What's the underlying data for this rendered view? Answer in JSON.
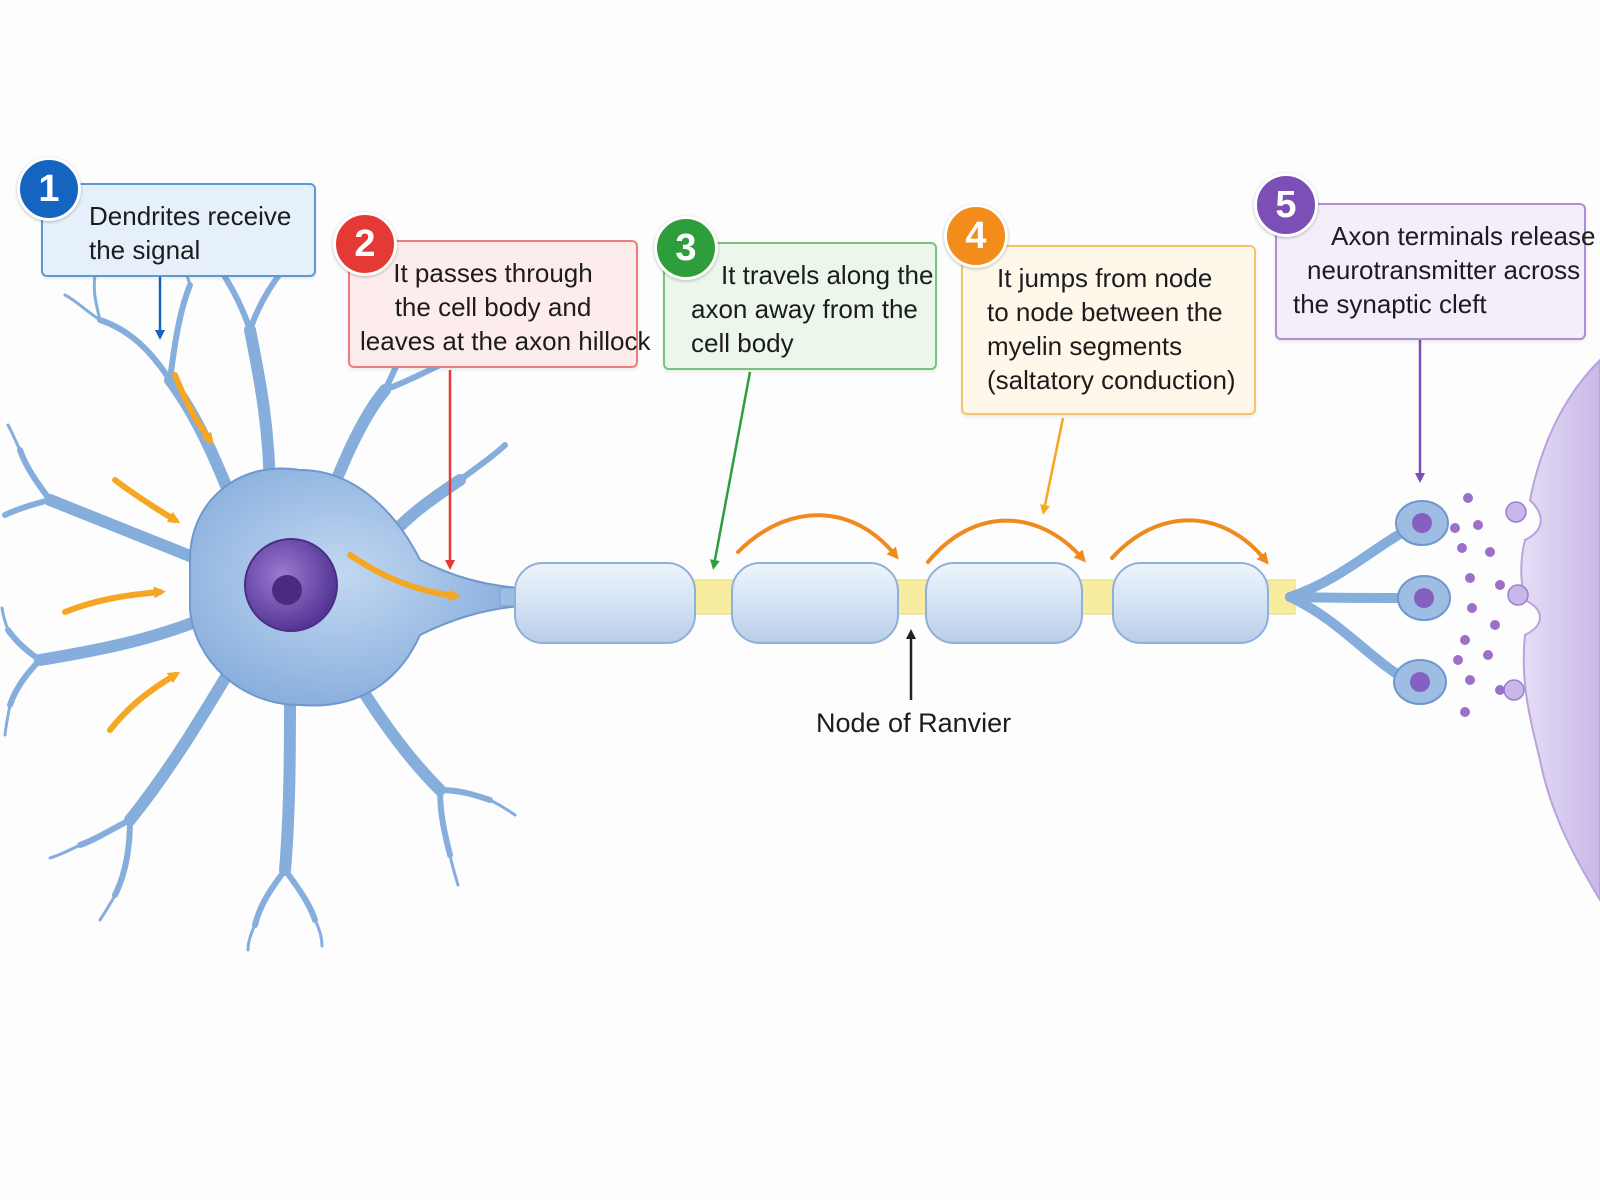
{
  "steps": [
    {
      "number": "1",
      "color": "#1565c0",
      "fill": "#e6f0fb",
      "border": "#5b9ad8",
      "lines": [
        "Dendrites receive",
        "the signal"
      ]
    },
    {
      "number": "2",
      "color": "#e53935",
      "fill": "#fdecec",
      "border": "#ef7c7c",
      "lines": [
        "It passes through",
        "the cell body and",
        "leaves at the axon hillock"
      ]
    },
    {
      "number": "3",
      "color": "#2e9e3c",
      "fill": "#ecf7ec",
      "border": "#79c381",
      "lines": [
        "It travels along the",
        "axon away from the",
        "cell body"
      ]
    },
    {
      "number": "4",
      "color": "#f28c1a",
      "fill": "#fff8ea",
      "border": "#f5c46a",
      "lines": [
        "It jumps from node",
        "to node between the",
        "myelin segments",
        "(saltatory conduction)"
      ]
    },
    {
      "number": "5",
      "color": "#7b4fb5",
      "fill": "#f3eefa",
      "border": "#ad8fd6",
      "lines": [
        "Axon terminals release",
        "neurotransmitter across",
        "the synaptic cleft"
      ]
    }
  ],
  "node_label": "Node of Ranvier",
  "colors": {
    "neuron_fill": "#8db3e0",
    "neuron_stroke": "#5f8fc9",
    "nucleus": "#6a4aa8",
    "myelin_fill": "#d9e6f5",
    "node_fill": "#f7eca0",
    "signal_arrow": "#f5a623",
    "jump_arrow": "#ef8a1c",
    "postsynaptic": "#d8cdee",
    "neurotransmitter": "#9c6fc9"
  },
  "icons": [
    "signal-arrow",
    "jump-arrow",
    "pointer-arrow"
  ]
}
